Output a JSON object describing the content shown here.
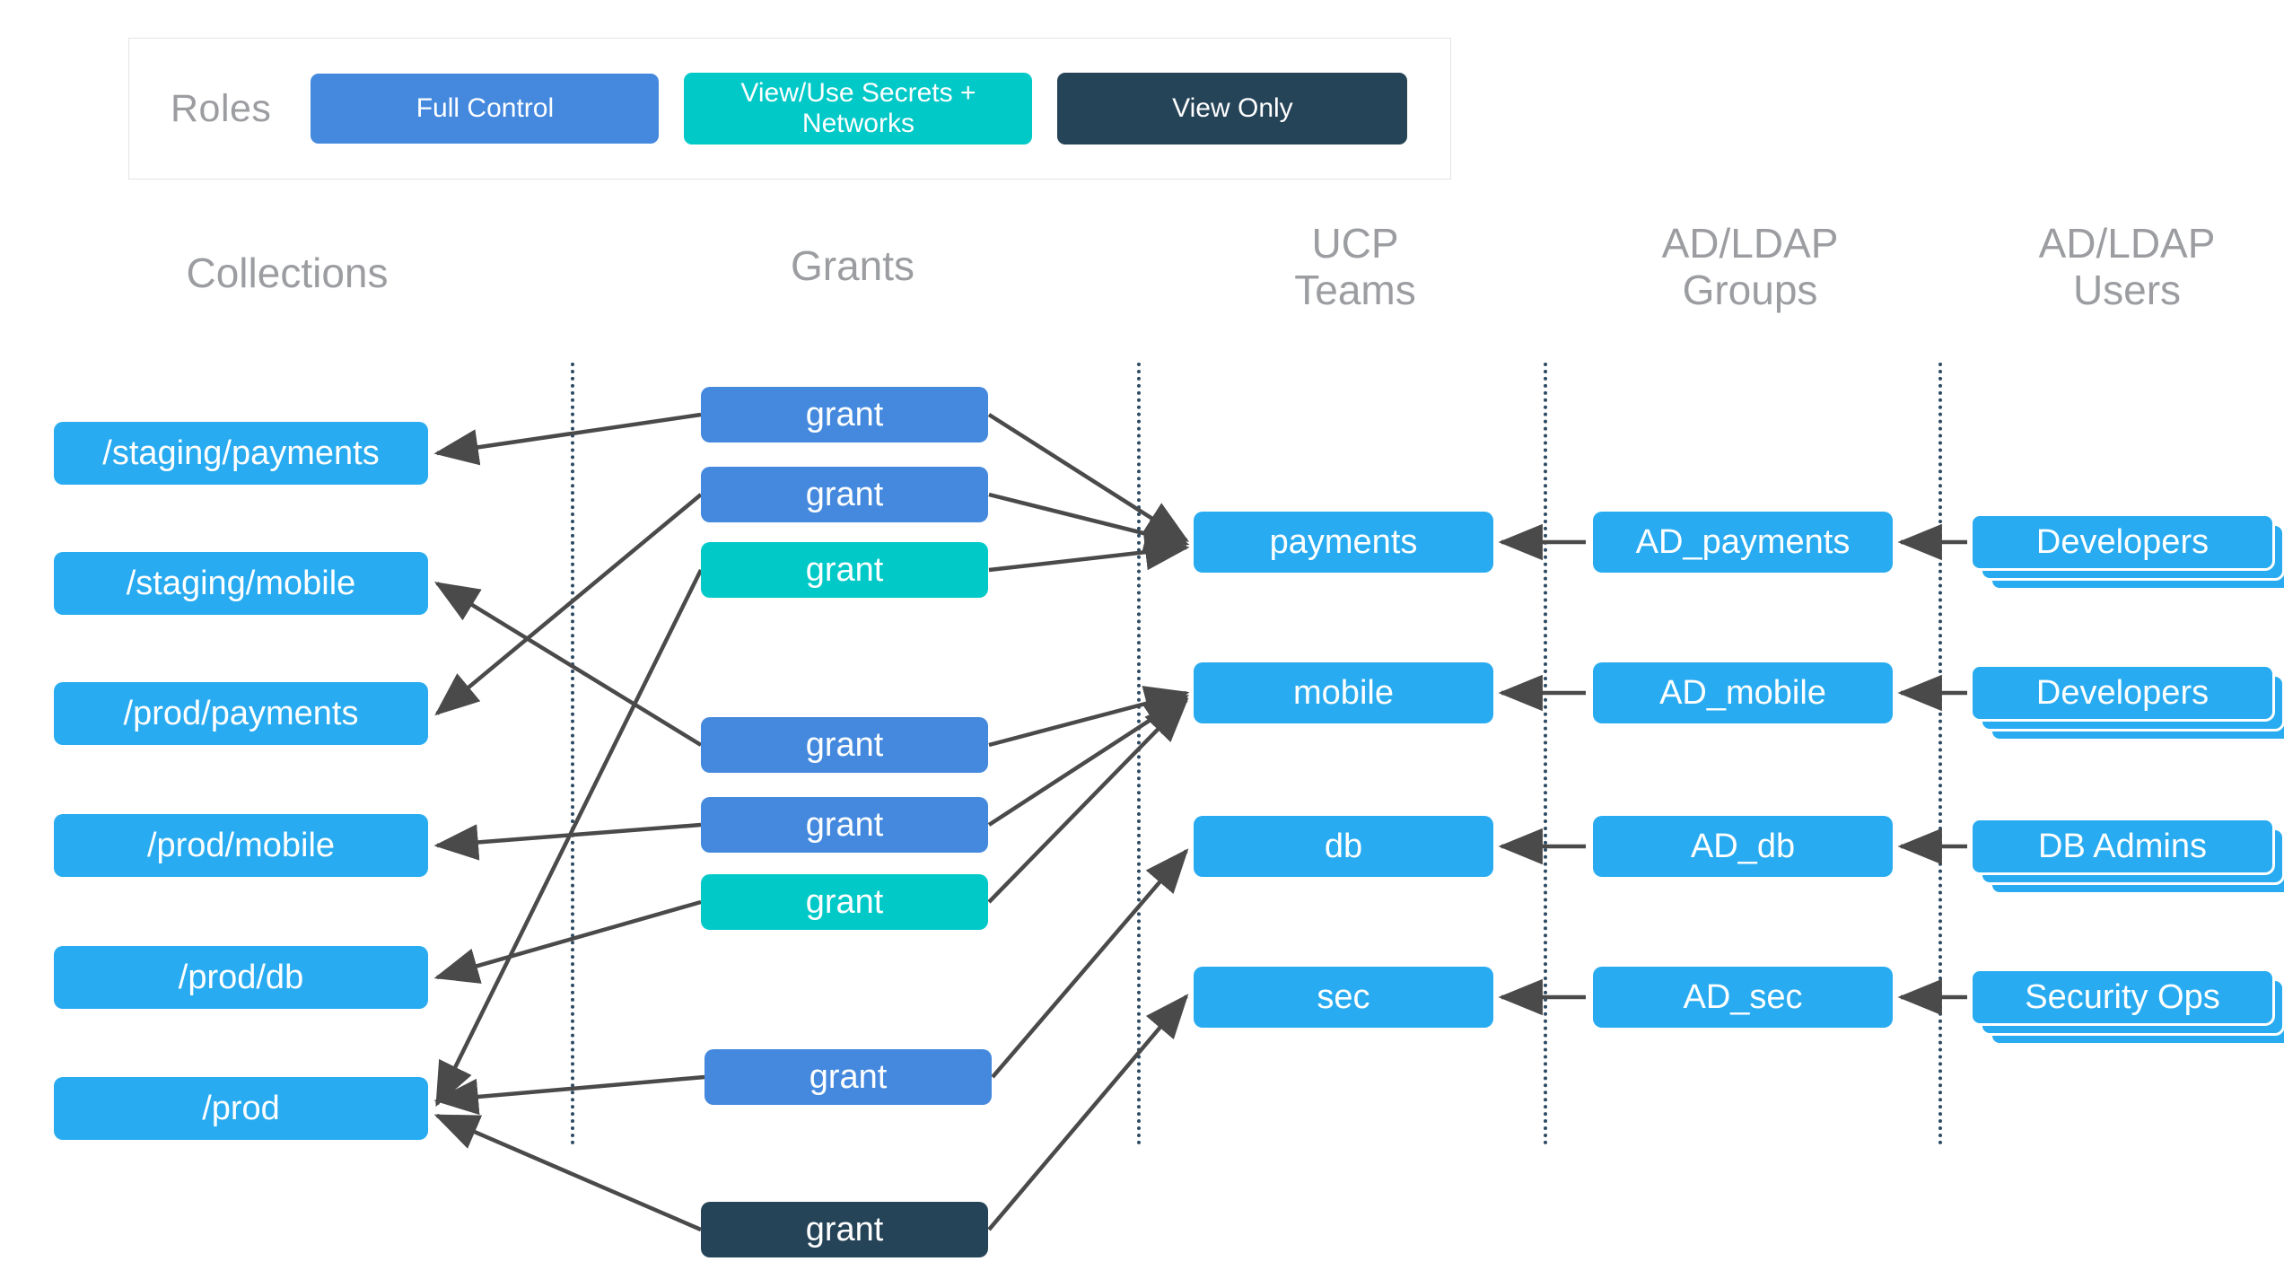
{
  "legend": {
    "title": "Roles",
    "roles": [
      {
        "label": "Full Control",
        "color": "#4489de"
      },
      {
        "label": "View/Use\nSecrets + Networks",
        "color": "#00c9c8"
      },
      {
        "label": "View Only",
        "color": "#264458"
      }
    ]
  },
  "headers": {
    "collections": "Collections",
    "grants": "Grants",
    "teams": "UCP\nTeams",
    "groups": "AD/LDAP\nGroups",
    "users": "AD/LDAP\nUsers"
  },
  "colors": {
    "collection": "#28abf0",
    "grant_full_control": "#4489de",
    "grant_view_use": "#00c9c8",
    "grant_view_only": "#264458",
    "team": "#28abf0",
    "group": "#28abf0",
    "user": "#28abf0",
    "arrow": "#4a4a4a",
    "header_text": "#9b9da0",
    "separator": "#2d4a63"
  },
  "collections": [
    {
      "label": "/staging/payments"
    },
    {
      "label": "/staging/mobile"
    },
    {
      "label": "/prod/payments"
    },
    {
      "label": "/prod/mobile"
    },
    {
      "label": "/prod/db"
    },
    {
      "label": "/prod"
    }
  ],
  "grants": [
    {
      "label": "grant",
      "role": "Full Control"
    },
    {
      "label": "grant",
      "role": "Full Control"
    },
    {
      "label": "grant",
      "role": "View/Use Secrets + Networks"
    },
    {
      "label": "grant",
      "role": "Full Control"
    },
    {
      "label": "grant",
      "role": "Full Control"
    },
    {
      "label": "grant",
      "role": "View/Use Secrets + Networks"
    },
    {
      "label": "grant",
      "role": "Full Control"
    },
    {
      "label": "grant",
      "role": "View Only"
    }
  ],
  "teams": [
    {
      "label": "payments"
    },
    {
      "label": "mobile"
    },
    {
      "label": "db"
    },
    {
      "label": "sec"
    }
  ],
  "groups": [
    {
      "label": "AD_payments"
    },
    {
      "label": "AD_mobile"
    },
    {
      "label": "AD_db"
    },
    {
      "label": "AD_sec"
    }
  ],
  "users": [
    {
      "label": "Developers"
    },
    {
      "label": "Developers"
    },
    {
      "label": "DB Admins"
    },
    {
      "label": "Security Ops"
    }
  ],
  "edges": {
    "grant_to_collection": [
      {
        "from": "grant-1",
        "to": "/staging/payments"
      },
      {
        "from": "grant-2",
        "to": "/prod/payments"
      },
      {
        "from": "grant-3",
        "to": "/prod"
      },
      {
        "from": "grant-4",
        "to": "/staging/mobile"
      },
      {
        "from": "grant-5",
        "to": "/prod/mobile"
      },
      {
        "from": "grant-6",
        "to": "/prod/db"
      },
      {
        "from": "grant-7",
        "to": "/prod"
      },
      {
        "from": "grant-8",
        "to": "/prod"
      }
    ],
    "grant_to_team": [
      {
        "from": "grant-1",
        "to": "payments"
      },
      {
        "from": "grant-2",
        "to": "payments"
      },
      {
        "from": "grant-3",
        "to": "payments"
      },
      {
        "from": "grant-4",
        "to": "mobile"
      },
      {
        "from": "grant-5",
        "to": "mobile"
      },
      {
        "from": "grant-6",
        "to": "mobile"
      },
      {
        "from": "grant-7",
        "to": "db"
      },
      {
        "from": "grant-8",
        "to": "sec"
      }
    ],
    "group_to_team": [
      {
        "from": "AD_payments",
        "to": "payments"
      },
      {
        "from": "AD_mobile",
        "to": "mobile"
      },
      {
        "from": "AD_db",
        "to": "db"
      },
      {
        "from": "AD_sec",
        "to": "sec"
      }
    ],
    "user_to_group": [
      {
        "from": "Developers",
        "to": "AD_payments"
      },
      {
        "from": "Developers",
        "to": "AD_mobile"
      },
      {
        "from": "DB Admins",
        "to": "AD_db"
      },
      {
        "from": "Security Ops",
        "to": "AD_sec"
      }
    ]
  }
}
